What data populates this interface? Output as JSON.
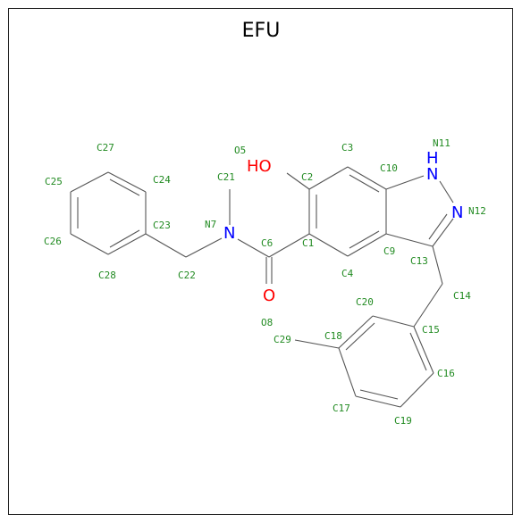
{
  "title": "EFU",
  "colors": {
    "carbon_label": "#228b22",
    "nitrogen": "#0000ff",
    "oxygen": "#ff0000",
    "bond": "#555555"
  },
  "atom_symbols": {
    "hydroxyl": "HO",
    "amide_n": "N",
    "carbonyl_o": "O",
    "ring_nh_h": "H",
    "ring_nh_n": "N",
    "ring_n": "N"
  },
  "atom_labels": {
    "C27": "C27",
    "O5": "O5",
    "C3": "C3",
    "N11": "N11",
    "C25": "C25",
    "C24": "C24",
    "C21": "C21",
    "C2": "C2",
    "C10": "C10",
    "N7": "N7",
    "N12": "N12",
    "C23": "C23",
    "C26": "C26",
    "C6": "C6",
    "C1": "C1",
    "C9": "C9",
    "C13": "C13",
    "C28": "C28",
    "C22": "C22",
    "C4": "C4",
    "C14": "C14",
    "C20": "C20",
    "O8": "O8",
    "C15": "C15",
    "C29": "C29",
    "C18": "C18",
    "C16": "C16",
    "C17": "C17",
    "C19": "C19"
  }
}
